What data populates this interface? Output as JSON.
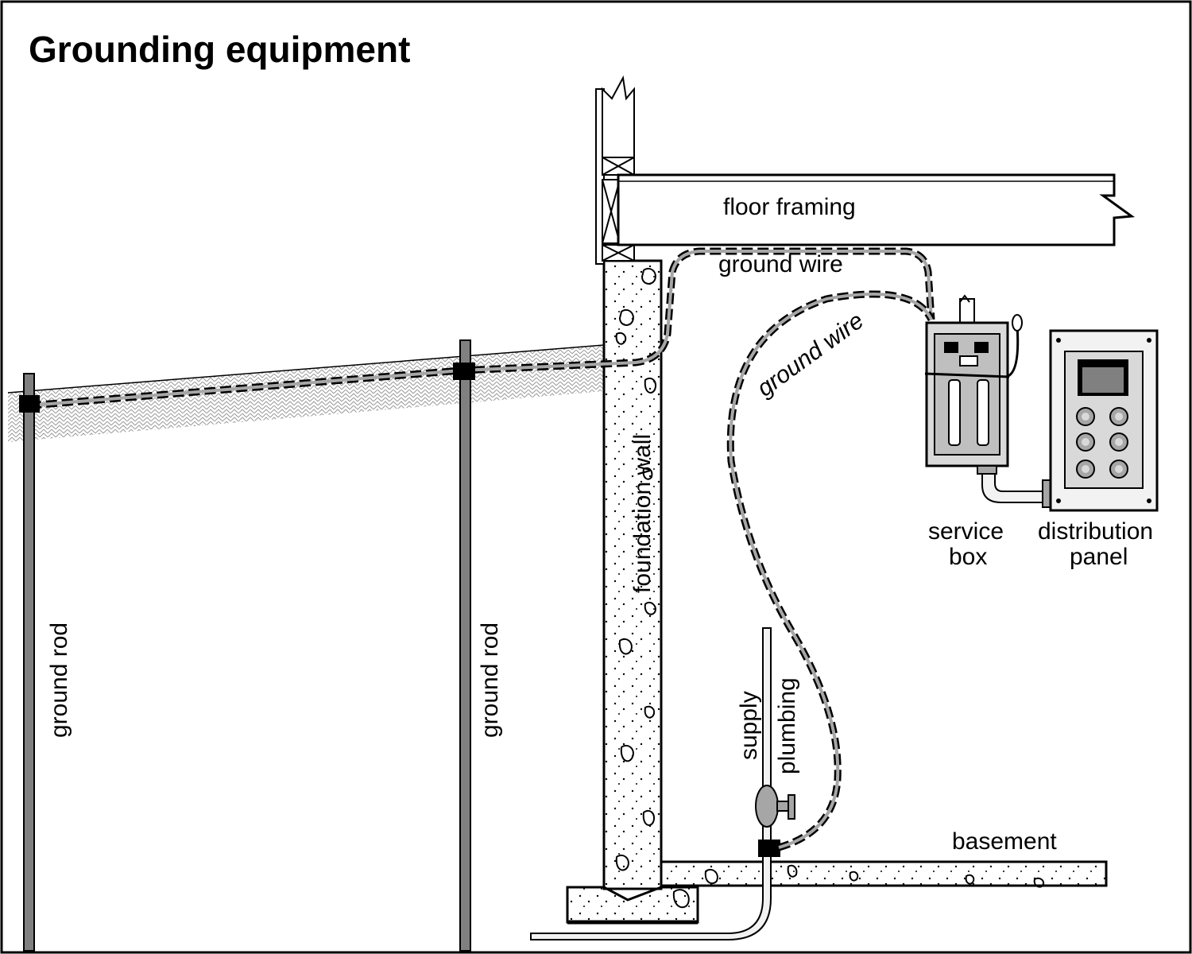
{
  "title": "Grounding equipment",
  "labels": {
    "floor_framing": "floor framing",
    "ground_wire_top": "ground wire",
    "ground_wire_curve": "ground wire",
    "foundation_wall": "foundation wall",
    "ground_rod_left": "ground rod",
    "ground_rod_right": "ground rod",
    "supply": "supply",
    "plumbing": "plumbing",
    "basement": "basement",
    "service_box_1": "service",
    "service_box_2": "box",
    "distribution_panel_1": "distribution",
    "distribution_panel_2": "panel"
  },
  "colors": {
    "ink": "#000000",
    "rod": "#808080",
    "wire_fill": "#a6a6a6",
    "soil": "#c8c8c8",
    "panel_fill": "#d9d9d9",
    "concrete": "#ffffff"
  }
}
